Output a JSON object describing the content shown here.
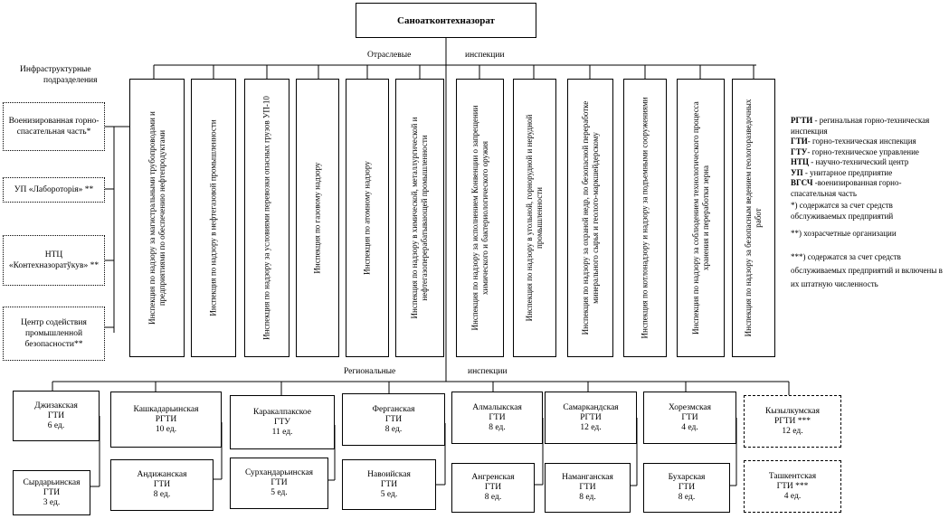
{
  "root": {
    "title": "Саноатконтехназорат"
  },
  "branch_labels": {
    "sectoral_left": "Отраслевые",
    "sectoral_right": "инспекции",
    "regional_left": "Региональные",
    "regional_right": "инспекции",
    "infra_line1": "Инфраструктурные",
    "infra_line2": "подразделения"
  },
  "infrastructure": [
    {
      "name": "Военизированная горно-спасательная часть*"
    },
    {
      "name": "УП «Лабороторія» **"
    },
    {
      "name": "НТЦ «Контехназоратўкув» **"
    },
    {
      "name": "Центр содействия промышленной безопасности**"
    }
  ],
  "sectoral": [
    {
      "name": "Инспекция по надзору за магистральными трубопроводами и предприятиями по обеспечению нефтепродуктами"
    },
    {
      "name": "Инспекция по надзору в нефтегазовой промышленности"
    },
    {
      "name": "Инспекция по надзору за условиями перевозки опасных грузов УП-10"
    },
    {
      "name": "Инспекция по газовому надзору"
    },
    {
      "name": "Инспекция по атомному надзору"
    },
    {
      "name": "Инспекция по надзору в химической, металлургической и нефтегазоперерабатывающей промышленности"
    },
    {
      "name": "Инспекция по надзору за исполнением Конвенции о запрещении химического и бактериологического оружия"
    },
    {
      "name": "Инспекция по надзору в угольной, горнорудной и нерудной промышленности"
    },
    {
      "name": "Инспекция по надзору за охраной недр, по безопасной переработке минерального сырья и геолого-маркшейдерскому"
    },
    {
      "name": "Инспекция по котлонадзору и надзору за подъемными сооружениями"
    },
    {
      "name": "Инспекция по надзору за соблюдением технологического процесса хранения и переработки зерна"
    },
    {
      "name": "Инспекция по надзору за безопасным ведением геологоразведочных работ"
    }
  ],
  "regional": [
    {
      "name": "Джизакская",
      "type": "ГТИ",
      "units": "6 ед."
    },
    {
      "name": "Сырдарьинская",
      "type": "ГТИ",
      "units": "3 ед."
    },
    {
      "name": "Кашкадарьинская",
      "type": "РГТИ",
      "units": "10 ед."
    },
    {
      "name": "Андижанская",
      "type": "ГТИ",
      "units": "8 ед."
    },
    {
      "name": "Каракалпакское",
      "type": "ГТУ",
      "units": "11 ед."
    },
    {
      "name": "Сурхандарьинская",
      "type": "ГТИ",
      "units": "5 ед."
    },
    {
      "name": "Ферганская",
      "type": "ГТИ",
      "units": "8 ед."
    },
    {
      "name": "Навоийская",
      "type": "ГТИ",
      "units": "5 ед."
    },
    {
      "name": "Алмалыкская",
      "type": "ГТИ",
      "units": "8 ед."
    },
    {
      "name": "Ангренская",
      "type": "ГТИ",
      "units": "8 ед."
    },
    {
      "name": "Самаркандская",
      "type": "РГТИ",
      "units": "12 ед."
    },
    {
      "name": "Наманганская",
      "type": "ГТИ",
      "units": "8 ед."
    },
    {
      "name": "Хорезмская",
      "type": "ГТИ",
      "units": "4 ед."
    },
    {
      "name": "Бухарская",
      "type": "ГТИ",
      "units": "8 ед."
    },
    {
      "name": "Кызылкумская",
      "type": "РГТИ ***",
      "units": "12 ед."
    },
    {
      "name": "Ташкентская",
      "type": "ГТИ ***",
      "units": "4 ед."
    }
  ],
  "legend": {
    "items": [
      {
        "abbr": "РГТИ",
        "text": " - регинальная горно-техническая инспекция"
      },
      {
        "abbr": "ГТИ",
        "text": "- горно-техническая инспекция"
      },
      {
        "abbr": "ГТУ",
        "text": "- горно-техническое управление"
      },
      {
        "abbr": "НТЦ",
        "text": " - научно-технический центр"
      },
      {
        "abbr": "УП",
        "text": " - унитарное предприятие"
      },
      {
        "abbr": "ВГСЧ",
        "text": " -военизированная горно-спасательная часть"
      }
    ],
    "note1": "*) содержатся за счет средств обслуживаемых предприятий",
    "note2": "**) хозрасчетные организации",
    "note3": "***) содержатся за счет средств обслуживаемых предприятий и включены в их штатную численность"
  }
}
